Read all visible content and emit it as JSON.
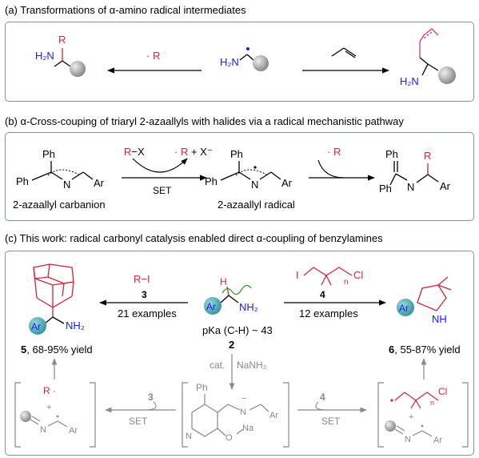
{
  "headings": {
    "a": "(a) Transformations of α-amino radical intermediates",
    "b": "(b) α-Cross-couping of triaryl 2-azaallyls with halides via a radical mechanistic pathway",
    "c": "(c) This work: radical carbonyl catalysis enabled direct α-coupling of benzylamines"
  },
  "panel_a": {
    "reagent_left": "· R",
    "left_R": "R",
    "left_H2N": "H₂N",
    "center_H2N": "H₂N",
    "right_H2N": "H₂N"
  },
  "panel_b": {
    "reactant_label": "2-azaallyl carbanion",
    "intermediate_label": "2-azaallyl radical",
    "reagent_in": "R−X",
    "reagent_out": "· R + X⁻",
    "set": "SET",
    "radical_reagent": "· R",
    "ph": "Ph",
    "n": "N",
    "ar": "Ar",
    "r": "R"
  },
  "panel_c": {
    "left_reagent": "R−I",
    "left_reagent_num": "3",
    "left_examples": "21 examples",
    "left_product_num": "5",
    "left_yield": ", 68-95% yield",
    "right_reagent_num": "4",
    "right_examples": "12 examples",
    "right_product_num": "6",
    "right_yield": ", 55-87% yield",
    "pka_text": "pKa (C-H) ~ 43",
    "substrate_num": "2",
    "cat": "cat.",
    "base": "NaNH₂",
    "set_left": "SET",
    "set_right": "SET",
    "num3_lower": "3",
    "num4_lower": "4",
    "ar": "Ar",
    "nh2": "NH₂",
    "nh": "NH",
    "h": "H",
    "i": "I",
    "cl": "Cl",
    "n_sub": "n",
    "ph": "Ph",
    "n": "N",
    "o": "O",
    "na": "Na",
    "r_dot": "R ·",
    "plus": "+",
    "minus": "−"
  },
  "colors": {
    "panel_border": "#7a9a8a",
    "amine_blue": "#1a1aff",
    "radical_red": "#d4243b",
    "alkene_magenta": "#cc3a8a",
    "aryl_teal": "#3a9aa0",
    "gray_text": "#888888",
    "highlight_green": "#3a9a3a"
  }
}
